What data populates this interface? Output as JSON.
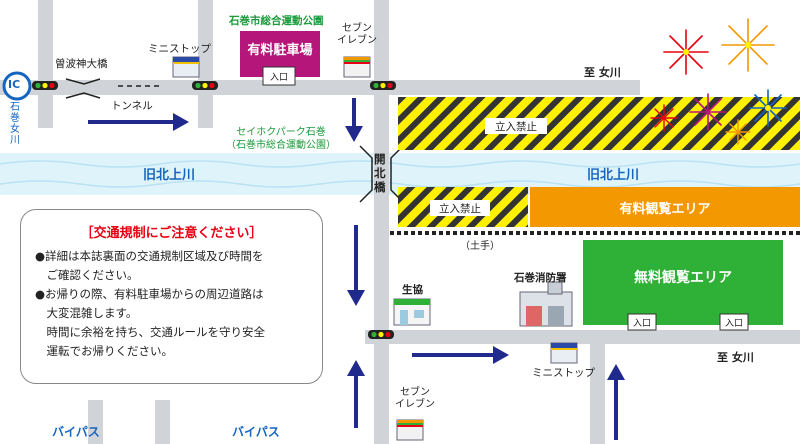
{
  "labels": {
    "park_name": "石巻市総合運動公園",
    "paid_parking": "有料駐車場",
    "entrance": "入口",
    "seven_eleven": "セブン\nイレブン",
    "ministop": "ミニストップ",
    "bridge_sobajin": "曽波神大橋",
    "tunnel": "トンネル",
    "ic": "IC",
    "ishinomaki_onagawa": "石巻女川",
    "to_onagawa": "至 女川",
    "no_entry": "立入禁止",
    "seihoku_park": "セイホクパーク石巻\n（石巻市総合運動公園）",
    "river": "旧北上川",
    "kaihoku_bridge": "開北橋",
    "paid_viewing": "有料観覧エリア",
    "embankment": "（土手）",
    "coop": "生協",
    "fire_station": "石巻消防署",
    "free_viewing": "無料観覧エリア",
    "bypass": "バイパス"
  },
  "notice": {
    "title": "［交通規制にご注意ください］",
    "lines": [
      "●詳細は本誌裏面の交通規制区域及び時間を",
      "　ご確認ください。",
      "●お帰りの際、有料駐車場からの周辺道路は",
      "　大変混雑します。",
      "　時間に余裕を持ち、交通ルールを守り安全",
      "　運転でお帰りください。"
    ]
  },
  "colors": {
    "road": "#d0d3d7",
    "river": "#dff3fb",
    "river_band": "#e9f7fc",
    "parking": "#b5167a",
    "paid_area": "#f39800",
    "free_area": "#2fb036",
    "hatch": "#fff100",
    "arrow": "#1f2a8c",
    "label_green": "#1a9a3a",
    "label_blue": "#1565c0"
  },
  "icons": [
    "convenience-store-icon",
    "traffic-light-icon",
    "ic-badge-icon",
    "fireworks-icon",
    "building-icon",
    "direction-arrow-icon"
  ]
}
